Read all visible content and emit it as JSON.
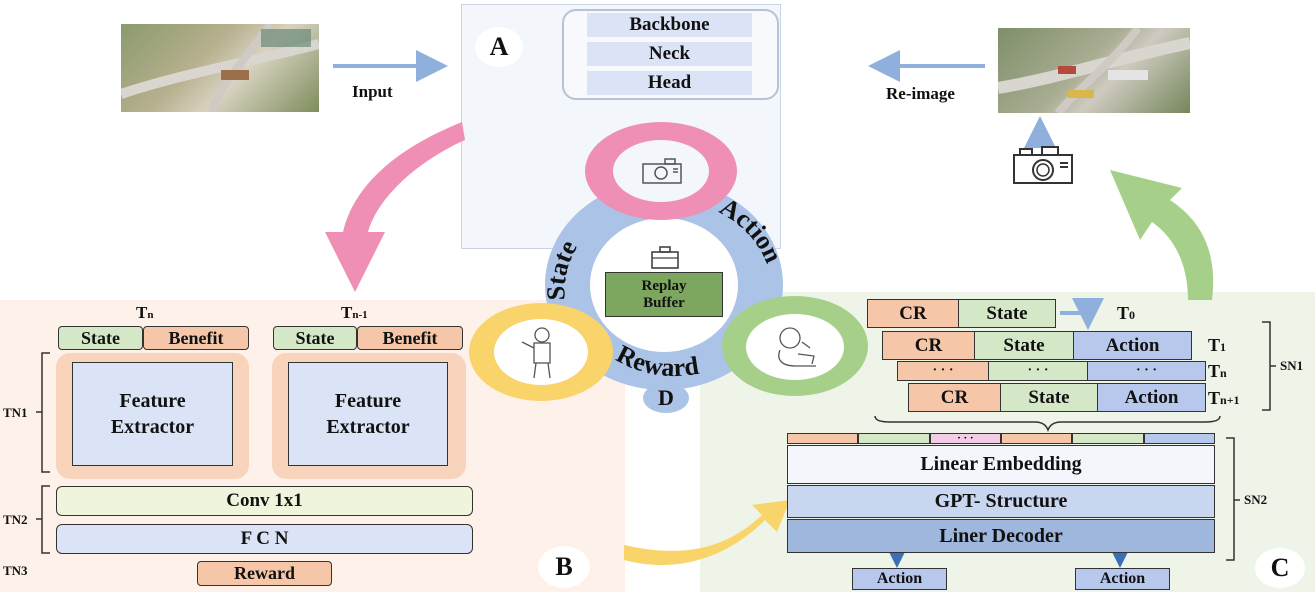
{
  "colors": {
    "panel_a_bg": "#f3f6fb",
    "panel_b_bg": "#fdf1e9",
    "panel_c_bg": "#eef5e8",
    "pink": "#ef8fb5",
    "yellow": "#f8d46a",
    "green": "#a6cf8a",
    "blue_ring": "#aac3e6",
    "blue_box": "#dbe4f6",
    "salmon": "#f6c6a8",
    "light_green": "#d4e8c8",
    "replay_green": "#7da75e"
  },
  "top": {
    "input_label": "Input",
    "reimage_label": "Re-image"
  },
  "panel_a": {
    "badge": "A",
    "backbone": "Backbone",
    "neck": "Neck",
    "head": "Head"
  },
  "cycle": {
    "state": "State",
    "action": "Action",
    "reward": "Reward",
    "badge_d": "D",
    "replay": "Replay",
    "buffer": "Buffer"
  },
  "panel_b": {
    "badge": "B",
    "col1_title": "T",
    "col1_sub": "n",
    "col2_title": "T",
    "col2_sub": "n-1",
    "state": "State",
    "benefit": "Benefit",
    "feature_line1": "Feature",
    "feature_line2": "Extractor",
    "conv": "Conv 1x1",
    "fcn": "F C N",
    "reward": "Reward",
    "tn1": "TN1",
    "tn2": "TN2",
    "tn3": "TN3"
  },
  "panel_c": {
    "badge": "C",
    "cr": "CR",
    "state": "State",
    "action": "Action",
    "dots": "· · ·",
    "t0": "T",
    "t0_sub": "0",
    "t1": "T",
    "t1_sub": "1",
    "tn": "T",
    "tn_sub": "n",
    "tn1": "T",
    "tn1_sub": "n+1",
    "sn1": "SN1",
    "sn2": "SN2",
    "linear_embedding": "Linear Embedding",
    "gpt": "GPT- Structure",
    "decoder": "Liner Decoder",
    "out_action1": "Action",
    "out_action2": "Action"
  }
}
